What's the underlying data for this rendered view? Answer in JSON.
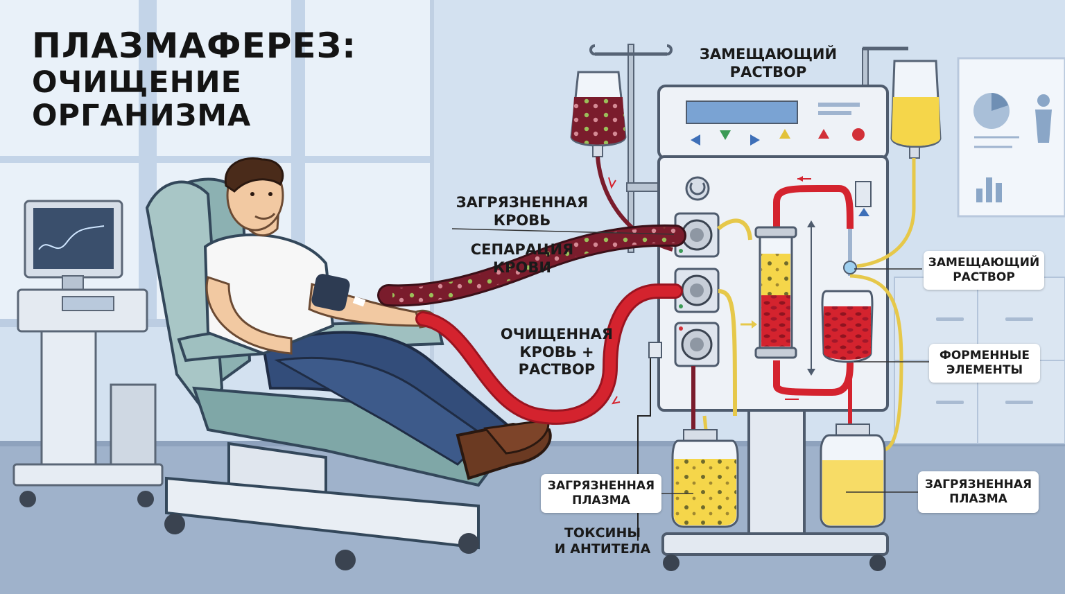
{
  "title": {
    "line1": "ПЛАЗМАФЕРЕЗ:",
    "line2": "ОЧИЩЕНИЕ",
    "line3": "ОРГАНИЗМА"
  },
  "labels": {
    "replacement_top": [
      "ЗАМЕЩАЮЩИЙ",
      "РАСТВОР"
    ],
    "dirty_blood": [
      "ЗАГРЯЗНЕННАЯ",
      "КРОВЬ"
    ],
    "blood_separation": [
      "СЕПАРАЦИЯ",
      "КРОВИ"
    ],
    "cleaned_blood": [
      "ОЧИЩЕННАЯ",
      "КРОВЬ +",
      "РАСТВОР"
    ],
    "replacement_right": [
      "ЗАМЕЩАЮЩИЙ",
      "РАСТВОР"
    ],
    "formed_elements": [
      "ФОРМЕННЫЕ",
      "ЭЛЕМЕНТЫ"
    ],
    "dirty_plasma_left": [
      "ЗАГРЯЗНЕННАЯ",
      "ПЛАЗМА"
    ],
    "dirty_plasma_right": [
      "ЗАГРЯЗНЕННАЯ",
      "ПЛАЗМА"
    ],
    "toxins": [
      "ТОКСИНЫ",
      "И АНТИТЕЛА"
    ]
  },
  "colors": {
    "background": "#dde8f4",
    "blood_dark": "#7a1c2c",
    "blood_red": "#d4232e",
    "plasma_yellow": "#f5d64a",
    "machine": "#eef2f7",
    "chair": "#7fa7a7"
  }
}
